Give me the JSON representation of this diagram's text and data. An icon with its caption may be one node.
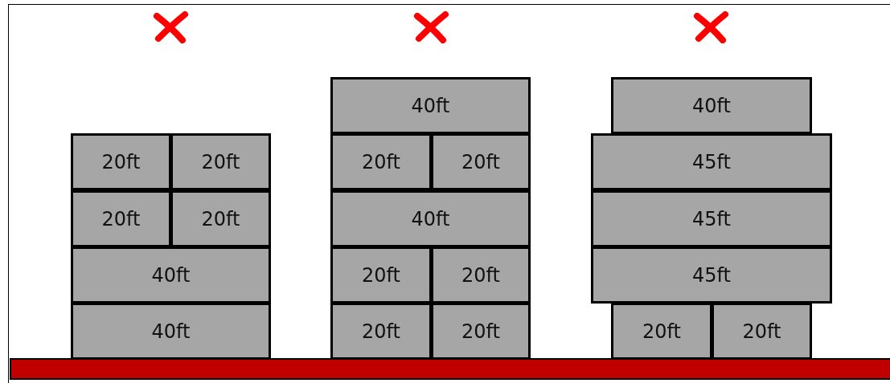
{
  "diagram": {
    "nodes": [
      {
        "text": [
          "20ft"
        ]
      },
      {
        "text": [
          "20ft"
        ]
      },
      {
        "text": [
          "20ft"
        ]
      },
      {
        "text": [
          "20ft"
        ]
      },
      {
        "text": [
          "40ft"
        ]
      },
      {
        "text": [
          "40ft"
        ]
      },
      {
        "text": [
          "40ft"
        ]
      },
      {
        "text": [
          "20ft"
        ]
      },
      {
        "text": [
          "20ft"
        ]
      },
      {
        "text": [
          "40ft"
        ]
      },
      {
        "text": [
          "20ft"
        ]
      },
      {
        "text": [
          "20ft"
        ]
      },
      {
        "text": [
          "20ft"
        ]
      },
      {
        "text": [
          "20ft"
        ]
      },
      {
        "text": [
          "40ft"
        ]
      },
      {
        "text": [
          "45ft"
        ]
      },
      {
        "text": [
          "45ft"
        ]
      },
      {
        "text": [
          "45ft"
        ]
      },
      {
        "text": [
          "20ft"
        ]
      },
      {
        "text": [
          "20ft"
        ]
      }
    ]
  }
}
